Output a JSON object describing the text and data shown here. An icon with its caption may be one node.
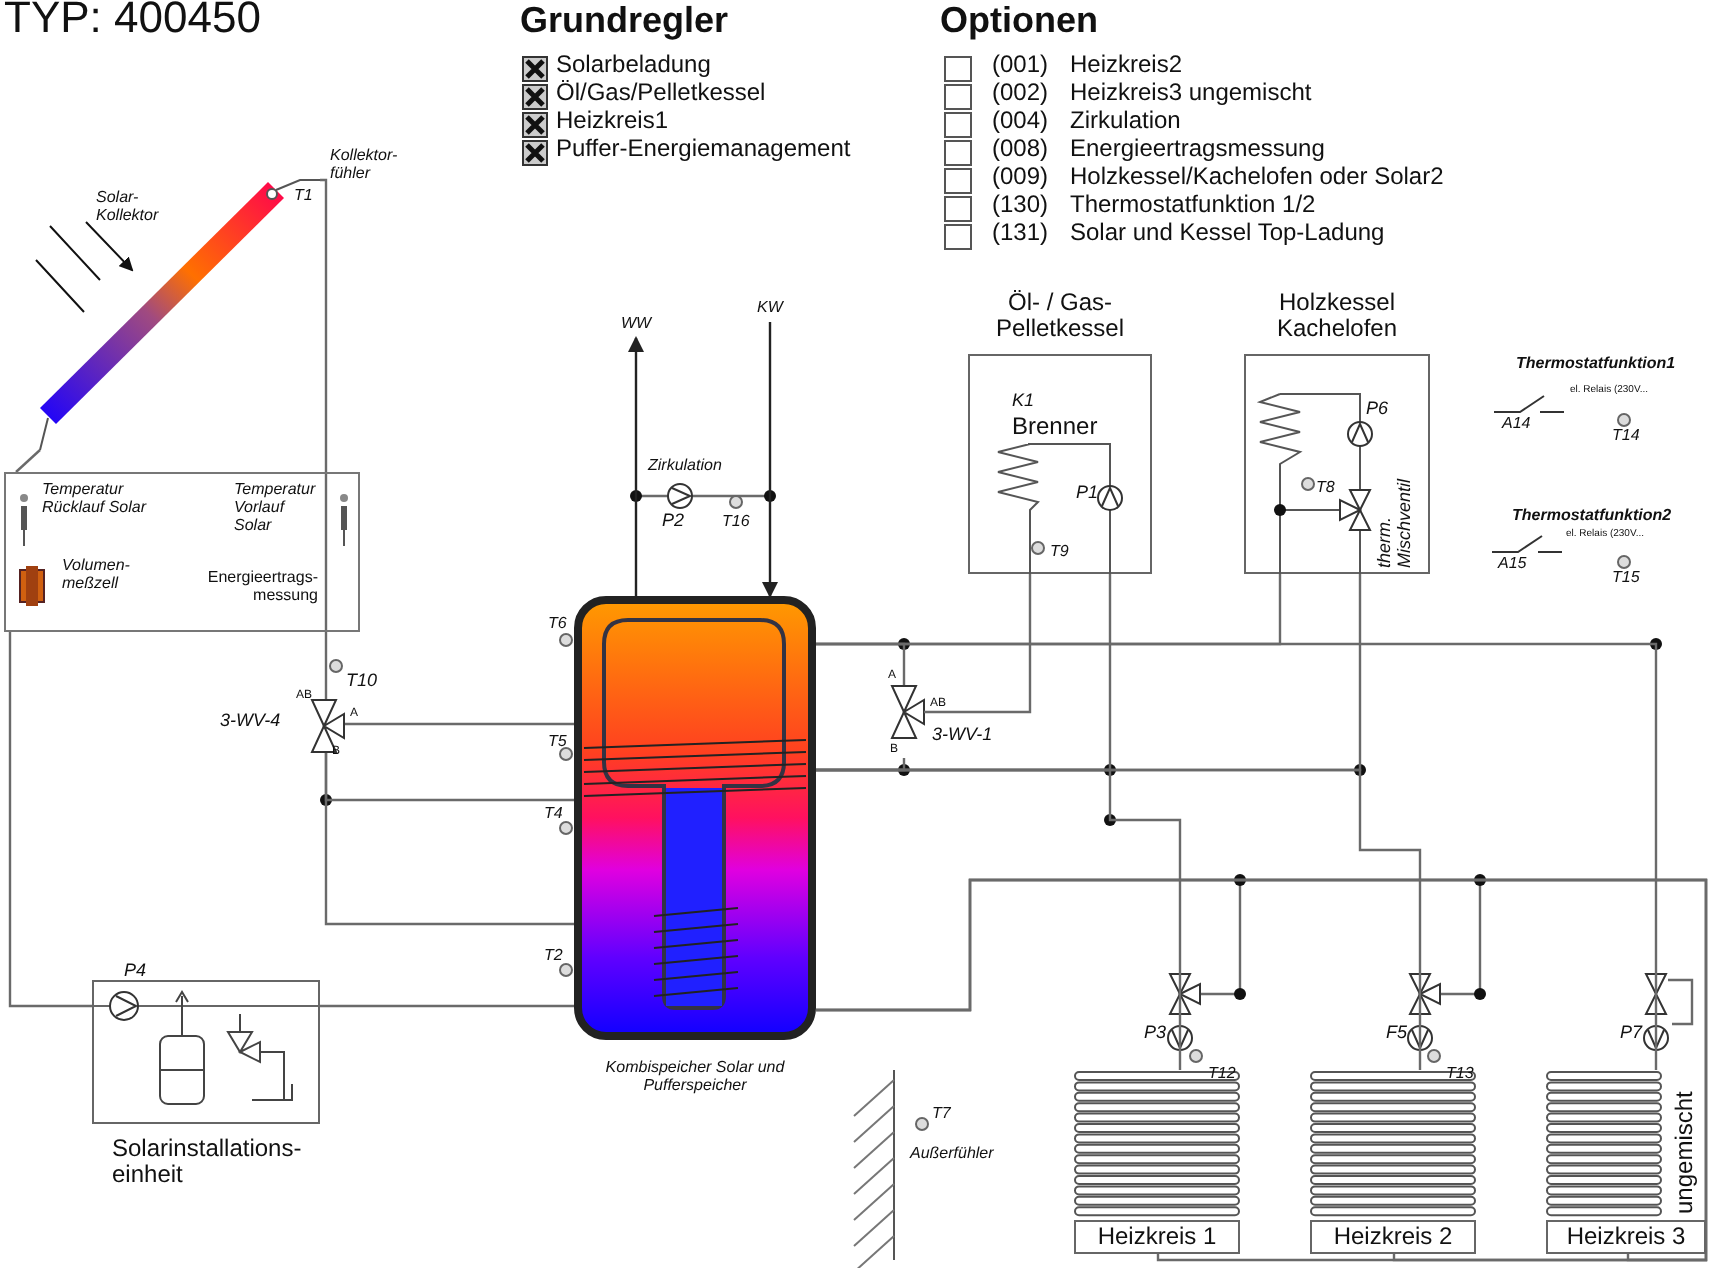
{
  "diagram": {
    "title": "TYP: 400450",
    "nodes": [
      {
        "text": [
          "Solar- Kollektor"
        ]
      },
      {
        "text": [
          "Energieertrags- messung"
        ]
      },
      {
        "text": [
          "Temperatur Rücklauf Solar"
        ],
        "in": 1
      },
      {
        "text": [
          "Temperatur Vorlauf Solar"
        ],
        "in": 1
      },
      {
        "text": [
          "Volumen- meßzell"
        ],
        "in": 1
      },
      {
        "text": [
          "Kombispeicher Solar und Pufferspeicher"
        ]
      },
      {
        "text": [
          "Öl- / Gas- Pelletkessel",
          "K1",
          "Brenner"
        ]
      },
      {
        "text": [
          "Holzkessel Kachelofen"
        ]
      },
      {
        "text": [
          "Solarinstallations- einheit"
        ]
      },
      {
        "text": [
          "Heizkreis 1"
        ]
      },
      {
        "text": [
          "Heizkreis 2"
        ]
      },
      {
        "text": [
          "Heizkreis 3",
          "ungemischt"
        ]
      },
      {
        "text": [
          "3-WV-4"
        ]
      },
      {
        "text": [
          "3-WV-1"
        ]
      },
      {
        "text": [
          "WW"
        ]
      },
      {
        "text": [
          "KW"
        ]
      }
    ],
    "edges": [
      {
        "from": 0,
        "to": 1,
        "arrow": "none"
      },
      {
        "from": 0,
        "to": 12,
        "arrow": "none"
      },
      {
        "from": 1,
        "to": 8,
        "arrow": "none"
      },
      {
        "from": 8,
        "to": 5,
        "arrow": "none"
      },
      {
        "from": 12,
        "to": 5,
        "arrow": "none"
      },
      {
        "from": 12,
        "to": 5,
        "arrow": "none"
      },
      {
        "from": 12,
        "to": 5,
        "arrow": "none"
      },
      {
        "from": 5,
        "to": 13,
        "arrow": "none"
      },
      {
        "from": 13,
        "to": 6,
        "arrow": "none"
      },
      {
        "from": 6,
        "to": 5,
        "arrow": "none"
      },
      {
        "from": 13,
        "to": 5,
        "arrow": "none"
      },
      {
        "from": 5,
        "to": 7,
        "arrow": "none"
      },
      {
        "from": 7,
        "to": 5,
        "arrow": "none"
      },
      {
        "from": 5,
        "to": 9,
        "arrow": "none"
      },
      {
        "from": 5,
        "to": 10,
        "arrow": "none"
      },
      {
        "from": 5,
        "to": 11,
        "arrow": "none"
      },
      {
        "from": 9,
        "to": 5,
        "arrow": "none"
      },
      {
        "from": 10,
        "to": 5,
        "arrow": "none"
      },
      {
        "from": 11,
        "to": 5,
        "arrow": "none"
      },
      {
        "from": 5,
        "to": 14,
        "arrow": "to"
      },
      {
        "from": 15,
        "to": 5,
        "arrow": "to"
      }
    ],
    "labels": [
      "Grundregler",
      "Solarbeladung",
      "Öl/Gas/Pelletkessel",
      "Heizkreis1",
      "Puffer-Energiemanagement",
      "Optionen",
      "(001)",
      "Heizkreis2",
      "(002)",
      "Heizkreis3 ungemischt",
      "(004)",
      "Zirkulation",
      "(008)",
      "Energieertragsmessung",
      "(009)",
      "Holzkessel/Kachelofen oder Solar2",
      "(130)",
      "Thermostatfunktion 1/2",
      "(131)",
      "Solar und Kessel Top-Ladung",
      "Kollektor- fühler",
      "T1",
      "Zirkulation",
      "P2",
      "T16",
      "T6",
      "T10",
      "AB",
      "A",
      "B",
      "T5",
      "T4",
      "T2",
      "A",
      "AB",
      "B",
      "P1",
      "T9",
      "P6",
      "T8",
      "therm. Mischventil",
      "Thermostatfunktion1",
      "el. Relais (230V...",
      "A14",
      "T14",
      "Thermostatfunktion2",
      "el. Relais (230V...",
      "A15",
      "T15",
      "P4",
      "T7",
      "Außerfühler",
      "P3",
      "T12",
      "F5",
      "T13",
      "P7"
    ]
  }
}
